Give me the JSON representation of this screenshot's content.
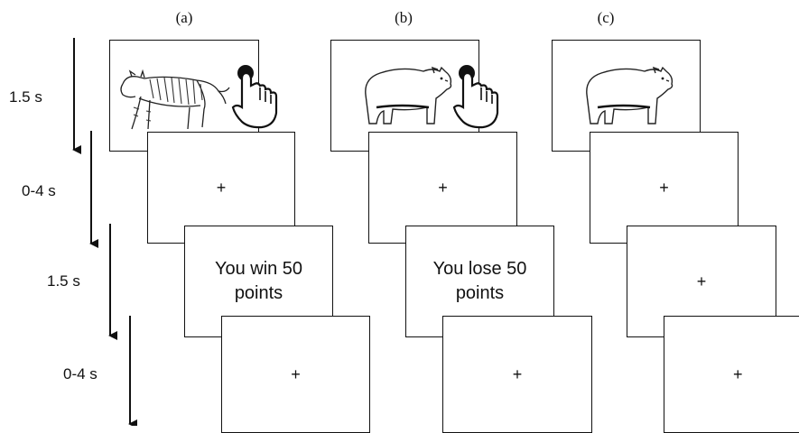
{
  "panels": [
    {
      "label": "(a)",
      "feedback_line1": "You win 50",
      "feedback_line2": "points",
      "stimulus_icon": "tiger-icon",
      "response_icon": "pointing-hand-icon"
    },
    {
      "label": "(b)",
      "feedback_line1": "You lose 50",
      "feedback_line2": "points",
      "stimulus_icon": "bear-icon",
      "response_icon": "pointing-hand-icon"
    },
    {
      "label": "(c)",
      "stimulus_icon": "bear-icon"
    }
  ],
  "fixation_symbol": "+",
  "timings": [
    "1.5 s",
    "0-4 s",
    "1.5 s",
    "0-4 s"
  ]
}
